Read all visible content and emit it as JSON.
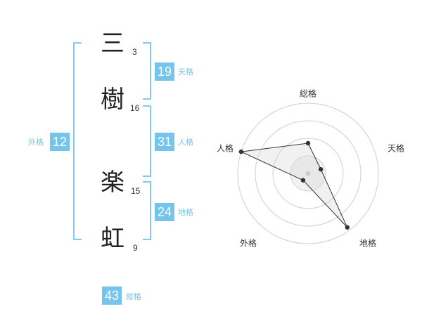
{
  "chars": [
    {
      "char": "三",
      "strokes": "3"
    },
    {
      "char": "樹",
      "strokes": "16"
    },
    {
      "char": "楽",
      "strokes": "15"
    },
    {
      "char": "虹",
      "strokes": "9"
    }
  ],
  "scores": {
    "tenkaku": {
      "value": "19",
      "label": "天格"
    },
    "jinkaku": {
      "value": "31",
      "label": "人格"
    },
    "chikaku": {
      "value": "24",
      "label": "地格"
    },
    "gaikaku": {
      "value": "12",
      "label": "外格"
    },
    "soukaku": {
      "value": "43",
      "label": "総格"
    }
  },
  "chart_data": {
    "type": "radar",
    "axes": [
      "総格",
      "天格",
      "地格",
      "外格",
      "人格"
    ],
    "values": [
      0.43,
      0.19,
      0.95,
      0.12,
      1.0
    ],
    "range": [
      0,
      1
    ],
    "rings": 4,
    "grid": true
  }
}
